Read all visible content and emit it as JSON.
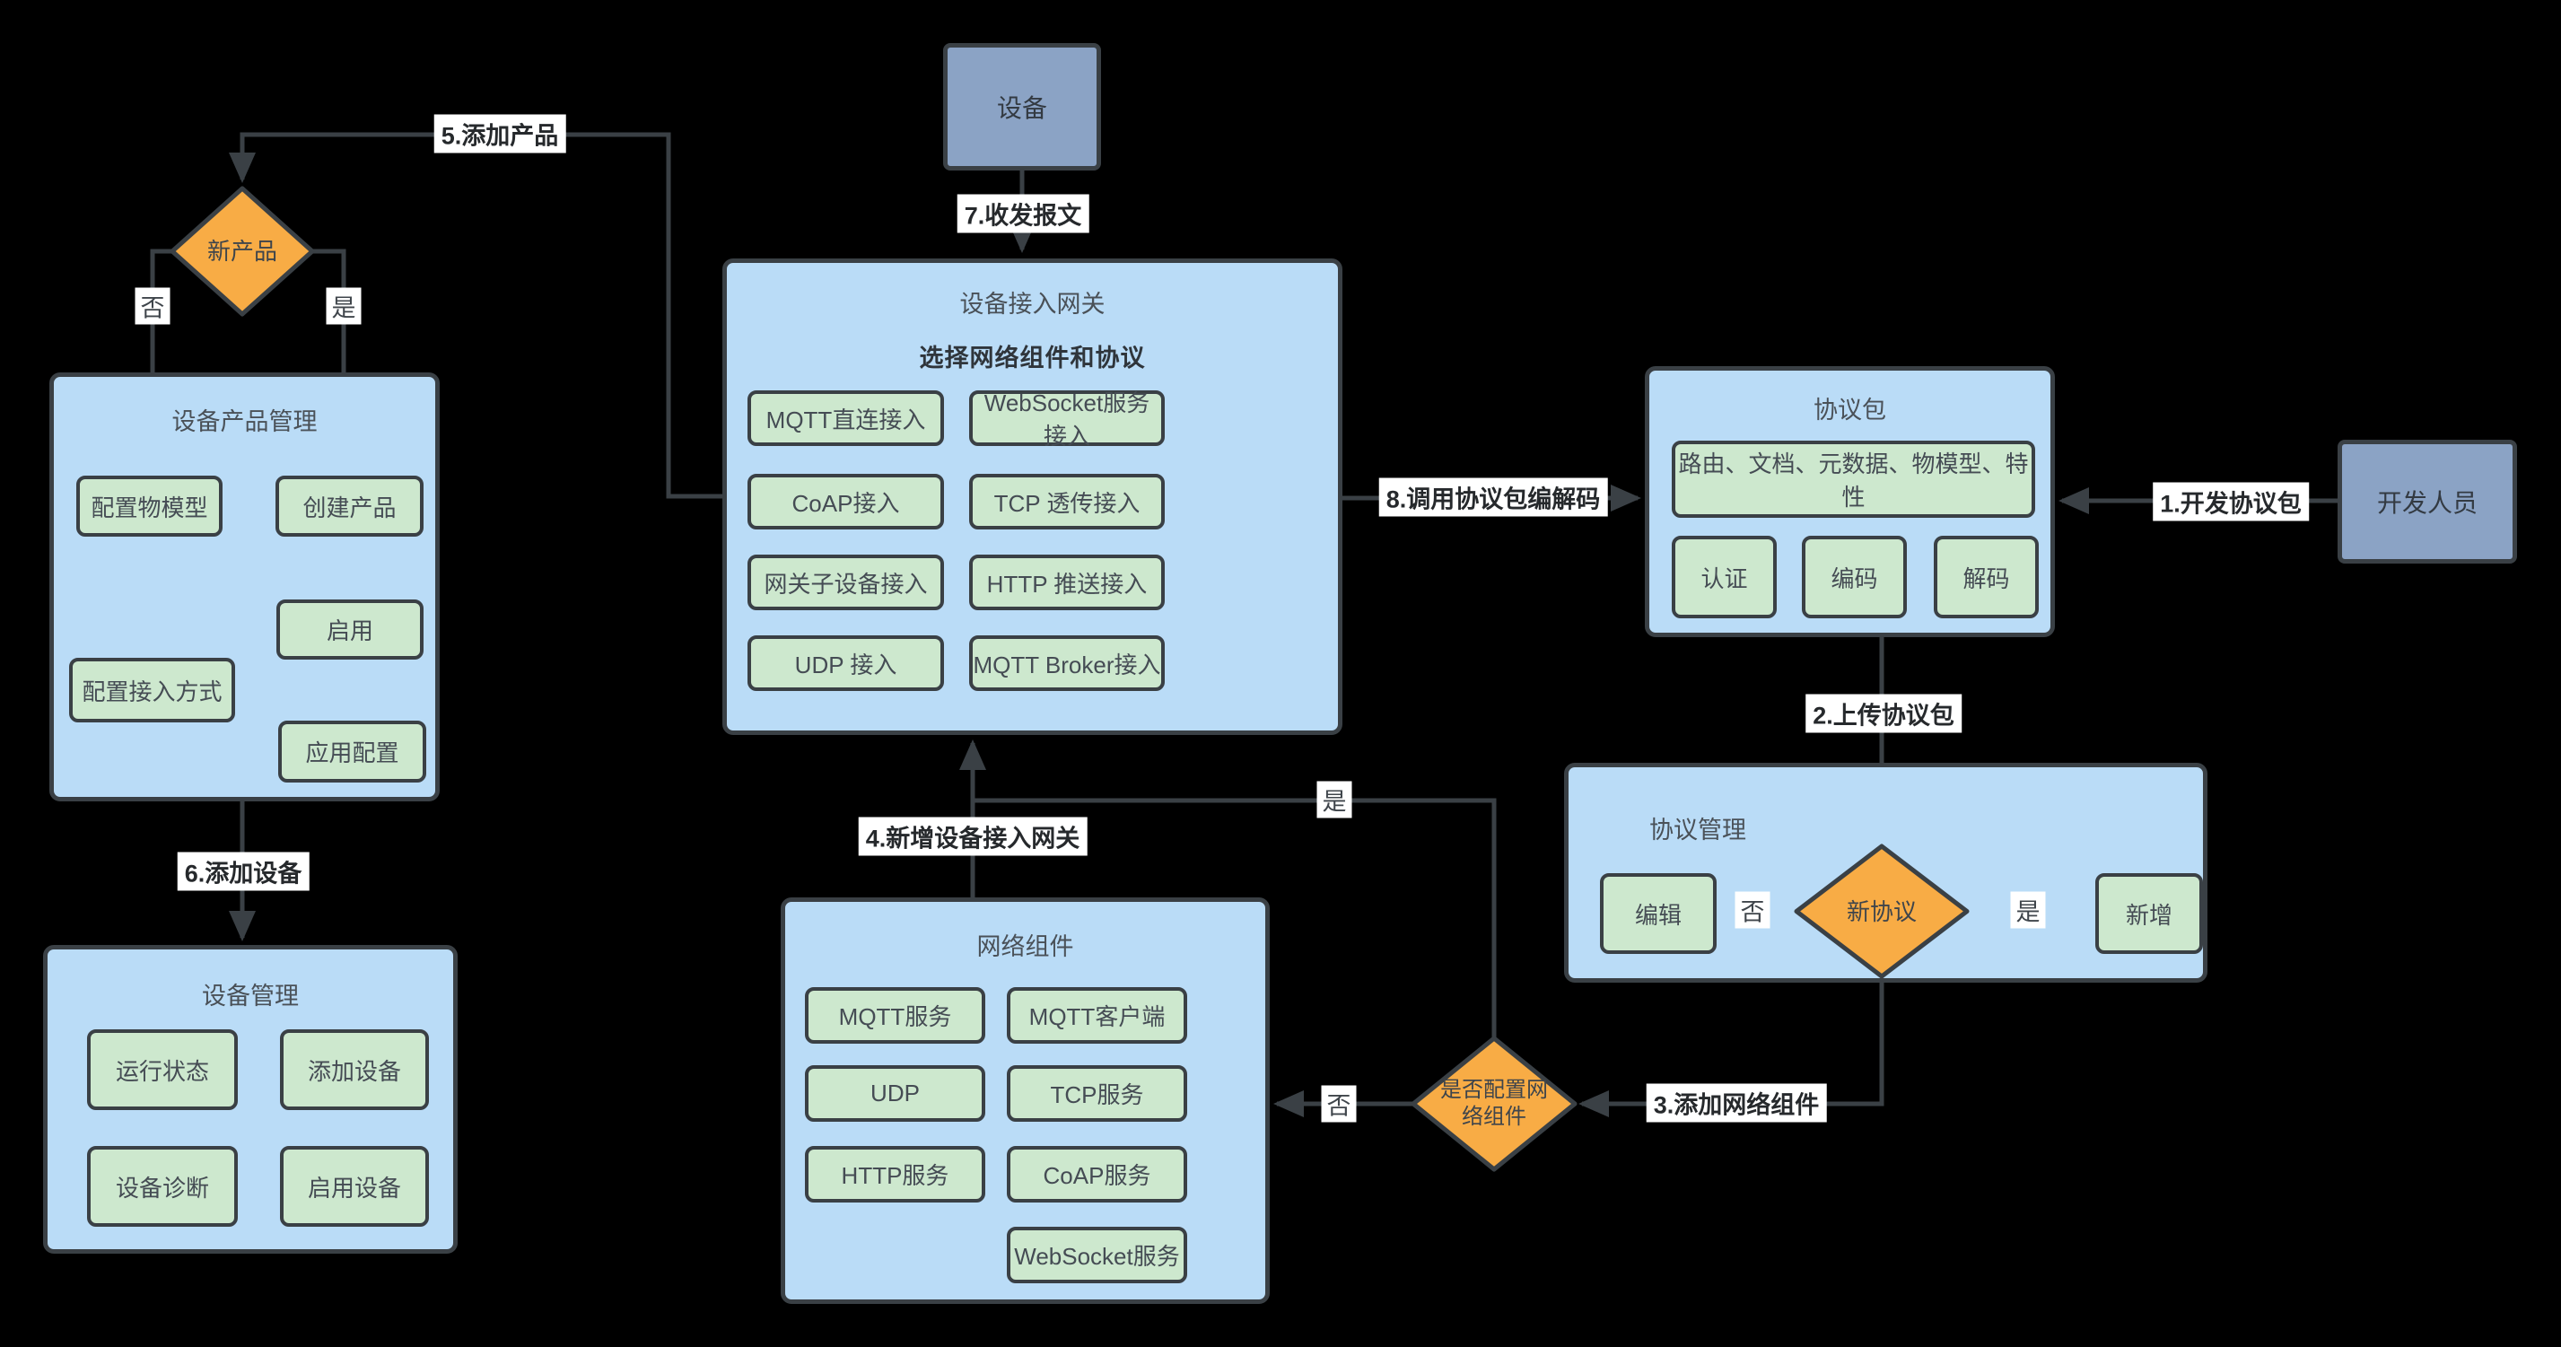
{
  "diagram": {
    "colors": {
      "background": "#000000",
      "container_fill": "#BADCF7",
      "button_fill": "#CDE8CE",
      "actor_fill": "#8BA3C5",
      "decision_fill": "#F8AC45",
      "stroke": "#3A4045",
      "label_bg": "#FFFFFF"
    },
    "nodes": {
      "device": {
        "label": "设备"
      },
      "developer": {
        "label": "开发人员"
      },
      "gateway": {
        "title": "设备接入网关",
        "subtitle": "选择网络组件和协议",
        "buttons": [
          "MQTT直连接入",
          "WebSocket服务接入",
          "CoAP接入",
          "TCP 透传接入",
          "网关子设备接入",
          "HTTP 推送接入",
          "UDP 接入",
          "MQTT Broker接入"
        ]
      },
      "product_mgmt": {
        "title": "设备产品管理",
        "config_model": "配置物模型",
        "create_product": "创建产品",
        "enable": "启用",
        "config_access": "配置接入方式",
        "app_config": "应用配置"
      },
      "device_mgmt": {
        "title": "设备管理",
        "buttons": [
          "运行状态",
          "添加设备",
          "设备诊断",
          "启用设备"
        ]
      },
      "network": {
        "title": "网络组件",
        "buttons": [
          "MQTT服务",
          "MQTT客户端",
          "UDP",
          "TCP服务",
          "HTTP服务",
          "CoAP服务",
          "WebSocket服务"
        ]
      },
      "protocol_pkg": {
        "title": "协议包",
        "features": "路由、文档、元数据、物模型、特性",
        "buttons": [
          "认证",
          "编码",
          "解码"
        ]
      },
      "protocol_mgmt": {
        "title": "协议管理",
        "edit": "编辑",
        "add": "新增"
      }
    },
    "decisions": {
      "new_product": "新产品",
      "new_protocol": "新协议",
      "config_network": "是否配置网络组件"
    },
    "edge_labels": {
      "e1": "1.开发协议包",
      "e2": "2.上传协议包",
      "e3": "3.添加网络组件",
      "e4": "4.新增设备接入网关",
      "e5": "5.添加产品",
      "e6": "6.添加设备",
      "e7": "7.收发报文",
      "e8": "8.调用协议包编解码",
      "yes": "是",
      "no": "否"
    }
  }
}
